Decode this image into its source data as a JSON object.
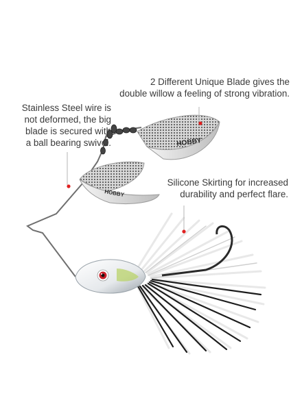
{
  "callouts": {
    "blade": {
      "line1": "2 Different Unique Blade gives the",
      "line2": "double willow a feeling of strong vibration."
    },
    "wire": {
      "line1": "Stainless Steel wire is",
      "line2": "not deformed, the big",
      "line3": "blade is secured with",
      "line4": "a ball bearing swivel."
    },
    "skirt": {
      "line1": "Silicone Skirting for increased",
      "line2": "durability and perfect flare."
    }
  },
  "blade_text": {
    "big": "HOBBY",
    "small": "HOBBY"
  },
  "colors": {
    "marker": "#e02020",
    "line": "#b5b5b5",
    "skirt_white": "#f4f4f4",
    "skirt_black": "#1c1c1c",
    "eye": "#c8202a"
  }
}
